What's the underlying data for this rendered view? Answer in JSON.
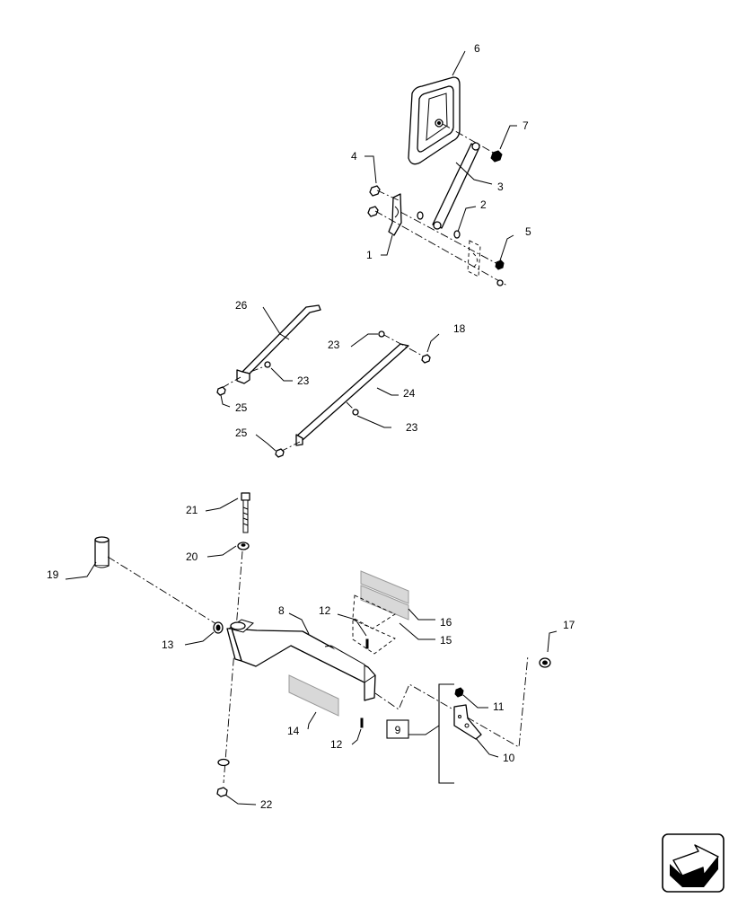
{
  "callouts": {
    "c1": "1",
    "c2": "2",
    "c3": "3",
    "c4": "4",
    "c5": "5",
    "c6": "6",
    "c7": "7",
    "c8": "8",
    "c9": "9",
    "c10": "10",
    "c11": "11",
    "c12a": "12",
    "c12b": "12",
    "c13": "13",
    "c14": "14",
    "c15": "15",
    "c16": "16",
    "c17": "17",
    "c18": "18",
    "c19": "19",
    "c20": "20",
    "c21": "21",
    "c22": "22",
    "c23a": "23",
    "c23b": "23",
    "c23c": "23",
    "c24": "24",
    "c25a": "25",
    "c25b": "25",
    "c26": "26"
  },
  "nav": {
    "icon": "next-page-arrow-icon"
  }
}
